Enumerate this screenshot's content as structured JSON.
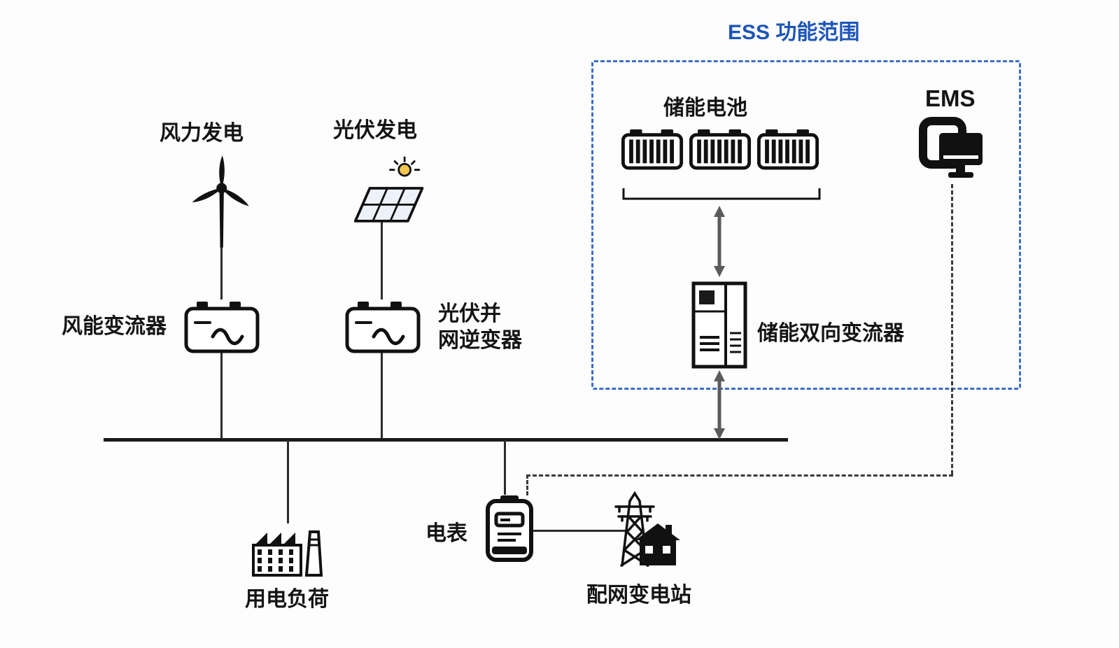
{
  "title": "ESS 功能范围",
  "nodes": {
    "wind": "风力发电",
    "pv": "光伏发电",
    "wind_converter": "风能变流器",
    "pv_inverter_line1": "光伏并",
    "pv_inverter_line2": "网逆变器",
    "battery": "储能电池",
    "ems": "EMS",
    "bi_converter": "储能双向变流器",
    "load": "用电负荷",
    "meter": "电表",
    "substation": "配网变电站"
  },
  "colors": {
    "ess_border": "#3d6ec9",
    "title": "#1d55b8",
    "line": "#2b2b2b",
    "arrow": "#5b5b5b",
    "sun": "#f3c74f"
  },
  "icons": [
    "wind-turbine-icon",
    "solar-panel-icon",
    "sun-icon",
    "wind-converter-icon",
    "pv-inverter-icon",
    "battery-icon",
    "batteries-bracket",
    "double-arrow-icon",
    "storage-converter-icon",
    "ems-monitor-icon",
    "factory-icon",
    "electric-meter-icon",
    "transmission-tower-icon",
    "house-icon"
  ]
}
